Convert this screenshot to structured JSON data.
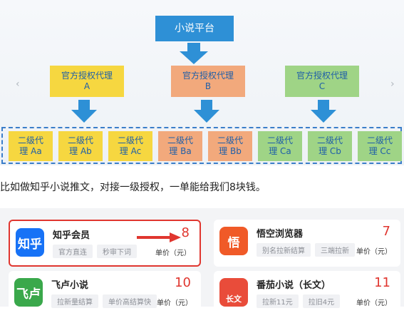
{
  "diagram": {
    "root": "小说平台",
    "agents": [
      {
        "line1": "官方授权代理",
        "line2": "A",
        "color": "#f6d740"
      },
      {
        "line1": "官方授权代理",
        "line2": "B",
        "color": "#f2a97c"
      },
      {
        "line1": "官方授权代理",
        "line2": "C",
        "color": "#9fd486"
      }
    ],
    "sub_agents": [
      "二级代\n理 Aa",
      "二级代\n理 Ab",
      "二级代\n理 Ac",
      "二级代\n理 Ba",
      "二级代\n理 Bb",
      "二级代\n理 Ca",
      "二级代\n理 Cb",
      "二级代\n理 Cc"
    ],
    "arrow_color": "#2e90d6"
  },
  "caption": "比如做知乎小说推文，对接一级授权，一单能给我们8块钱。",
  "apps": [
    {
      "name": "知乎会员",
      "icon_text": "知乎",
      "icon_color": "#1772f6",
      "tags": [
        "官方直连",
        "秒审下词"
      ],
      "price": "8",
      "unit": "单价（元）"
    },
    {
      "name": "悟空浏览器",
      "icon_text": "悟",
      "icon_color": "#f05a28",
      "tags": [
        "别名拉新结算",
        "三端拉新"
      ],
      "price": "7",
      "unit": "单价（元）"
    },
    {
      "name": "飞卢小说",
      "icon_text": "飞卢",
      "icon_color": "#3aa84b",
      "tags": [
        "拉新量结算",
        "单价高结算快"
      ],
      "price": "10",
      "unit": "单价（元）"
    },
    {
      "name": "番茄小说（长文）",
      "icon_text": "长文",
      "icon_color": "#e94c3a",
      "tags": [
        "拉新11元",
        "拉旧4元"
      ],
      "price": "11",
      "unit": "单价（元）"
    }
  ]
}
